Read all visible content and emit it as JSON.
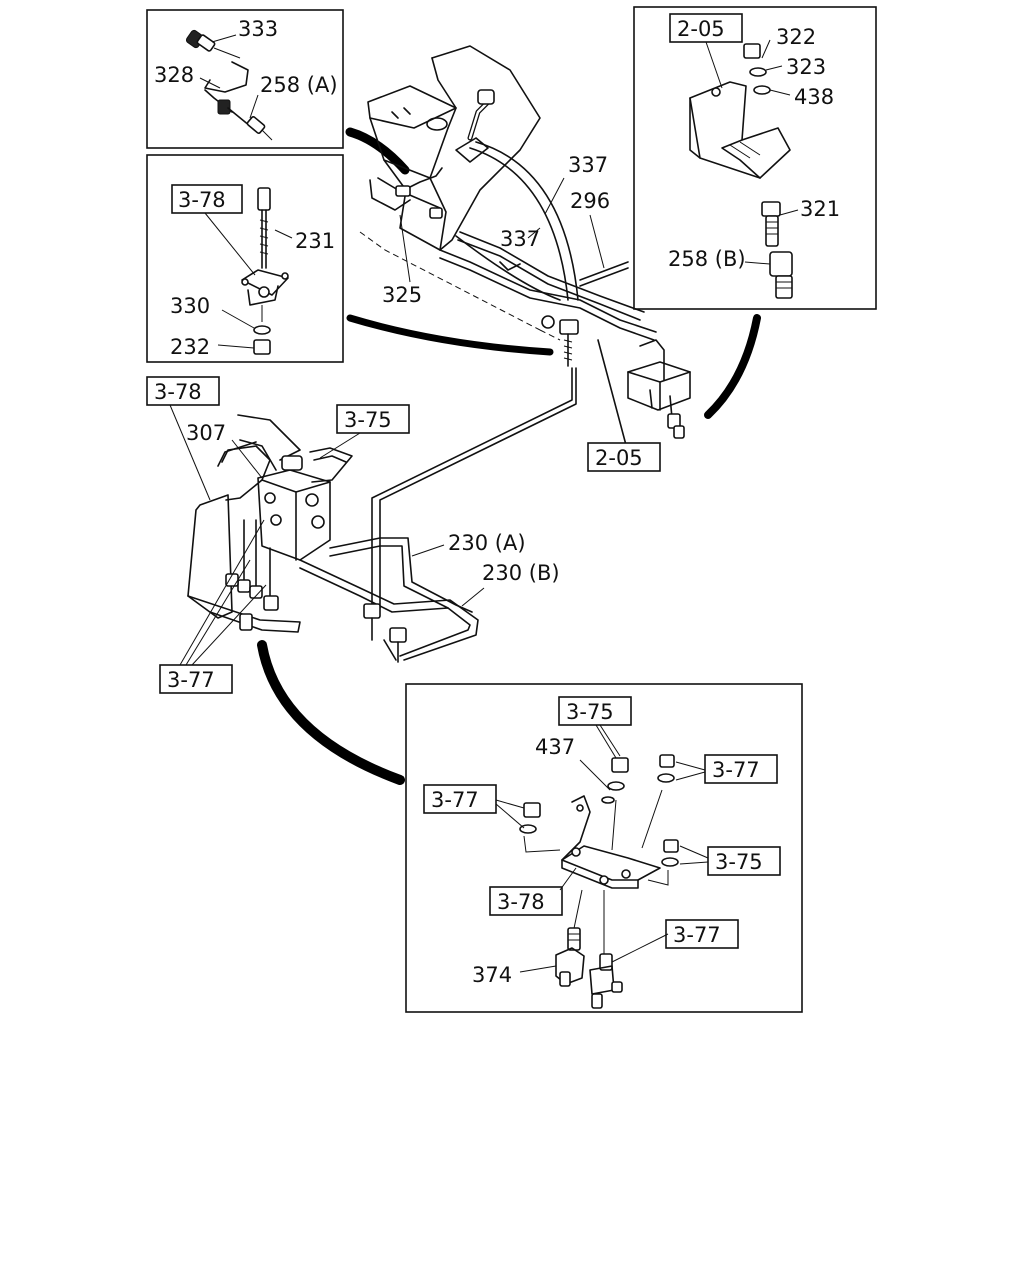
{
  "diagram": {
    "inset_top_left_1": {
      "labels": [
        "333",
        "328",
        "258 (A)"
      ]
    },
    "inset_top_left_2": {
      "ref": "3-78",
      "labels": [
        "231",
        "330",
        "232"
      ]
    },
    "inset_top_right": {
      "ref": "2-05",
      "labels": [
        "322",
        "323",
        "438",
        "321",
        "258 (B)"
      ]
    },
    "main": {
      "labels": [
        "337",
        "296",
        "337",
        "325",
        "307",
        "230 (A)",
        "230 (B)"
      ],
      "refs": [
        "3-78",
        "3-75",
        "2-05",
        "3-77"
      ]
    },
    "inset_bottom": {
      "labels": [
        "437",
        "374"
      ],
      "refs": [
        "3-75",
        "3-77",
        "3-77",
        "3-75",
        "3-78",
        "3-77"
      ]
    }
  }
}
